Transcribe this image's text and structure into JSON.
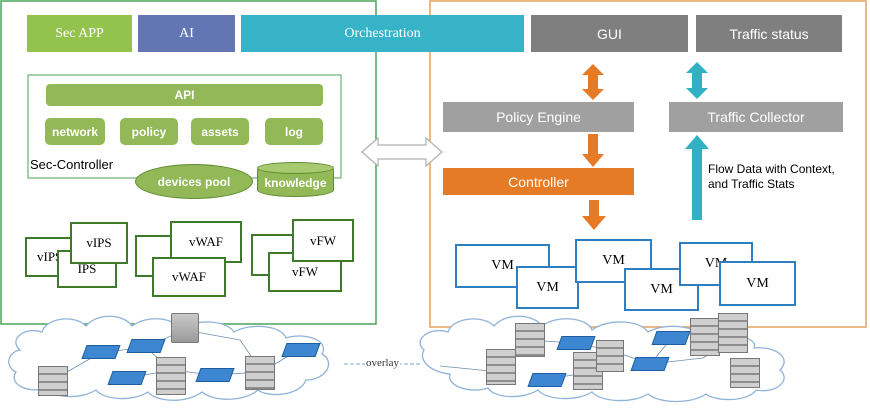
{
  "top_bar": {
    "sec_app": "Sec APP",
    "ai": "AI",
    "orchestration": "Orchestration",
    "gui": "GUI",
    "traffic_status": "Traffic status"
  },
  "sec_controller": {
    "label": "Sec-Controller",
    "api": "API",
    "modules": [
      "network",
      "policy",
      "assets",
      "log"
    ],
    "devices_pool": "devices pool",
    "knowledge": "knowledge"
  },
  "security_functions": {
    "vips_back": "vIPS",
    "vips_mid": "IPS",
    "vips_front": "vIPS",
    "vwaf_front": "vWAF",
    "vwaf_back": "vWAF",
    "vfw_front": "vFW",
    "vfw_back": "vFW"
  },
  "sdn": {
    "policy_engine": "Policy Engine",
    "traffic_collector": "Traffic Collector",
    "controller": "Controller",
    "flow_note": "Flow Data with Context,\nand Traffic Stats",
    "vm_labels": [
      "VM",
      "VM",
      "VM",
      "VM",
      "VM",
      "VM"
    ]
  },
  "network": {
    "overlay": "overlay"
  },
  "colors": {
    "sec_app_green": "#93c34c",
    "ai_blue": "#6475b4",
    "orchestration_teal": "#36b3c6",
    "gui_grey": "#7f7f7f",
    "engine_grey": "#a0a0a0",
    "controller_orange": "#e57a27",
    "arrow_teal": "#32b0c4",
    "vm_border_blue": "#2e7fc1",
    "card_green": "#3f7a2a",
    "left_panel_border": "#4aa35a",
    "right_panel_border": "#e8a05a"
  },
  "icons": [
    "server-rack-icon",
    "network-switch-icon",
    "cloud-icon",
    "double-arrow-icon"
  ]
}
